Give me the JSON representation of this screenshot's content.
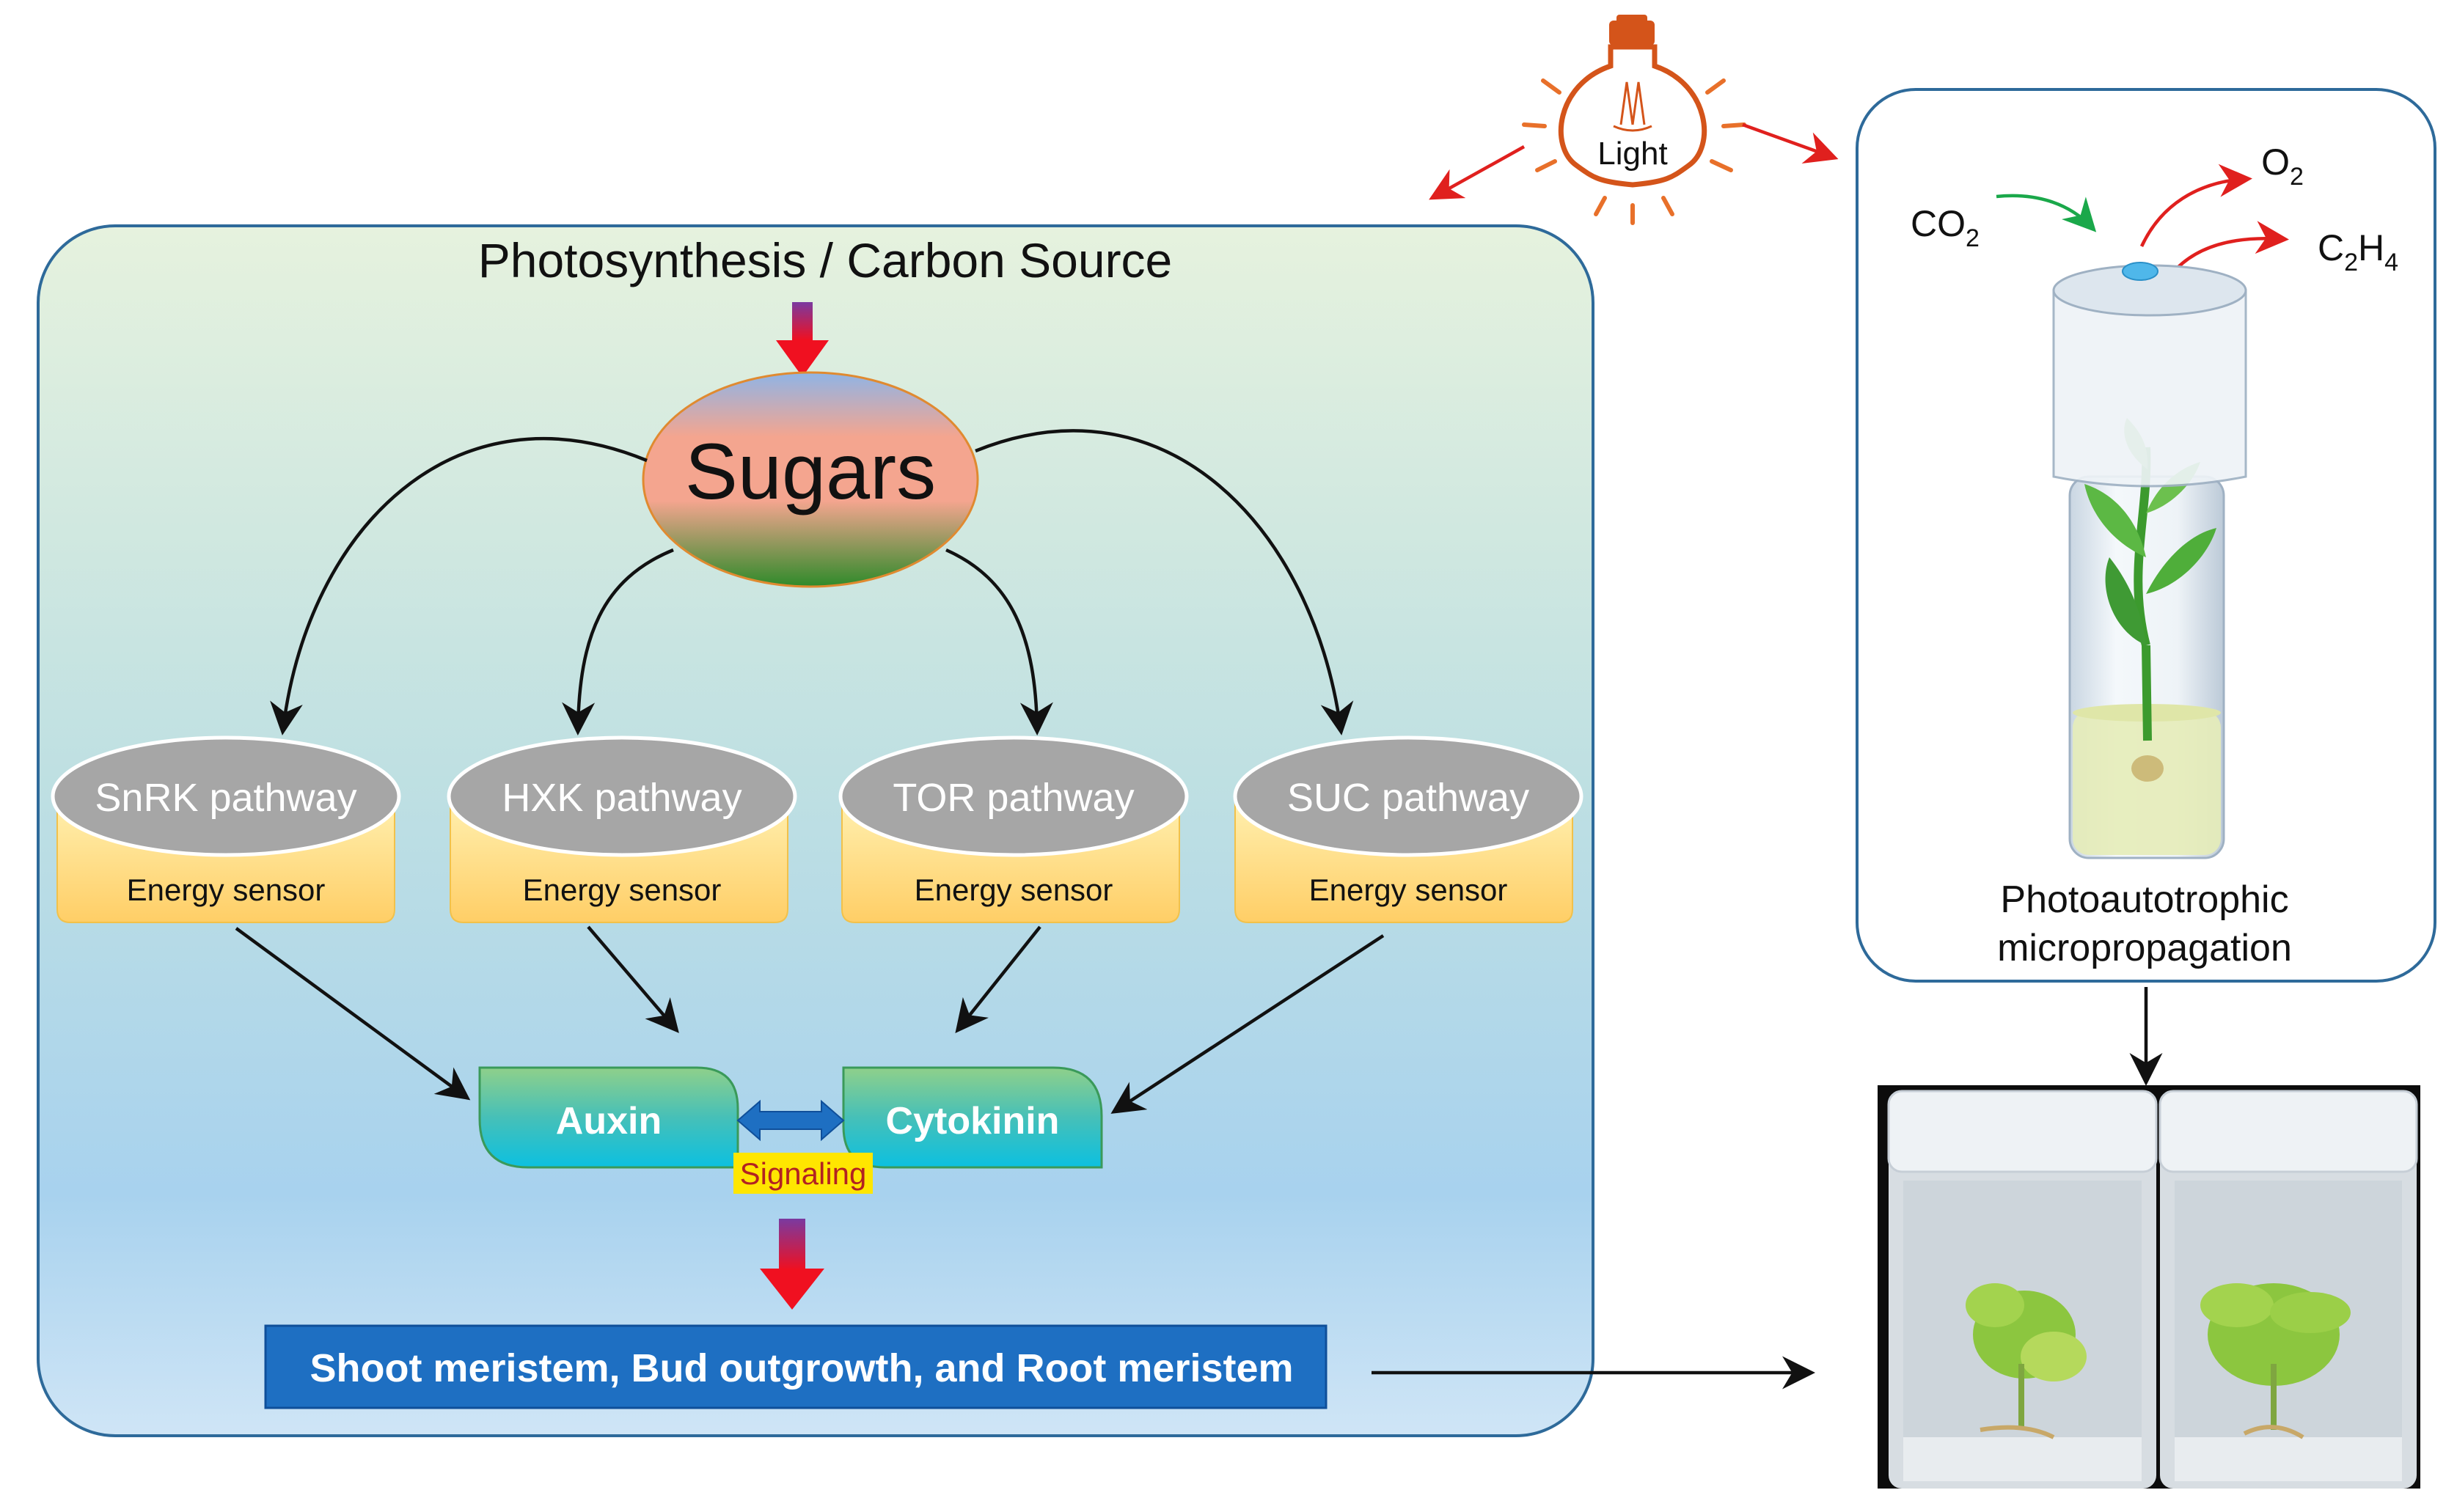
{
  "main_panel": {
    "title": "Photosynthesis / Carbon Source",
    "hub": "Sugars",
    "pathways": [
      {
        "name": "SnRK pathway",
        "sensor": "Energy sensor"
      },
      {
        "name": "HXK pathway",
        "sensor": "Energy sensor"
      },
      {
        "name": "TOR pathway",
        "sensor": "Energy sensor"
      },
      {
        "name": "SUC pathway",
        "sensor": "Energy sensor"
      }
    ],
    "hormones": {
      "left": "Auxin",
      "right": "Cytokinin",
      "link": "Signaling"
    },
    "outcome": "Shoot meristem, Bud outgrowth, and Root meristem"
  },
  "light": {
    "label": "Light"
  },
  "micropropagation": {
    "label_line1": "Photoautotrophic",
    "label_line2": "micropropagation",
    "co2": {
      "base": "CO",
      "sub": "2"
    },
    "o2": {
      "base": "O",
      "sub": "2"
    },
    "c2h4": {
      "p1": "C",
      "s1": "2",
      "p2": "H",
      "s2": "4"
    }
  },
  "colors": {
    "panel_border": "#2e6a9a",
    "pathway_gray": "#a6a6a6",
    "sensor_yellow": "#ffd36b",
    "outcome_blue": "#1e6fc2",
    "red_arrow": "#e0201e",
    "green_arrow": "#1aa84a",
    "bulb_orange": "#d4541a",
    "signal_yellow": "#ffe600"
  }
}
